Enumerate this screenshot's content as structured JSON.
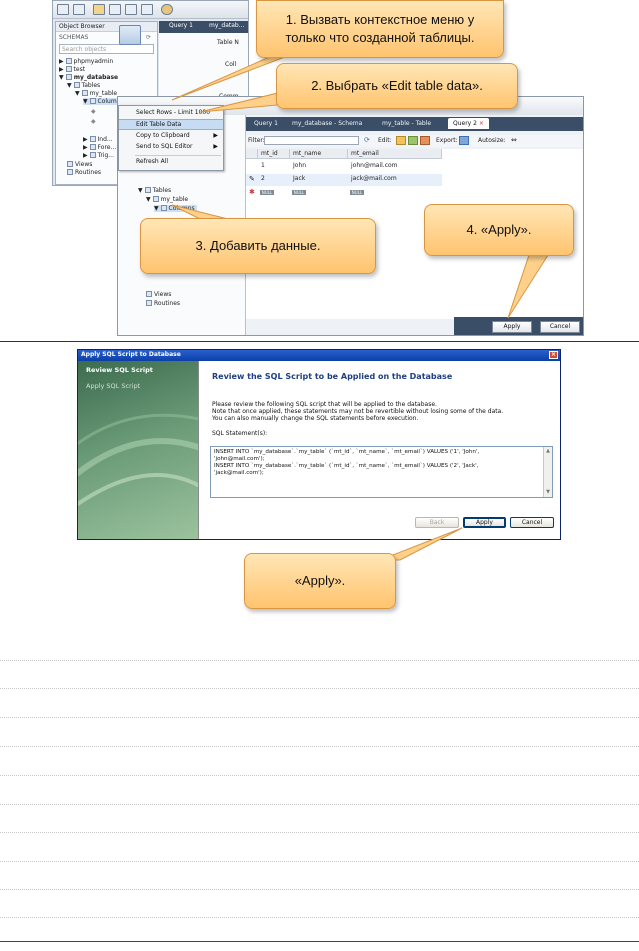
{
  "back_window": {
    "object_browser_label": "Object Browser",
    "schemas_label": "SCHEMAS",
    "search_placeholder": "Search objects",
    "tree": [
      "phpmyadmin",
      "test",
      "my_database",
      "Tables",
      "my_table",
      "Columns",
      "Ind...",
      "Fore...",
      "Trig...",
      "Views",
      "Routines"
    ],
    "tabs": [
      "Query 1",
      "my_datab..."
    ],
    "editor_labels": [
      "Table N",
      "Coll",
      "Comm"
    ]
  },
  "context_menu": {
    "items": [
      "Select Rows - Limit 1000",
      "Edit Table Data",
      "Copy to Clipboard",
      "Send to SQL Editor",
      "Refresh All"
    ],
    "selected": "Edit Table Data"
  },
  "front_window": {
    "tree": [
      "Tables",
      "my_table",
      "Columns",
      "Views",
      "Routines"
    ],
    "tabs": [
      "Query 1",
      "my_database - Schema",
      "my_table - Table",
      "Query 2"
    ],
    "active_tab": "Query 2",
    "filter_label": "Filter:",
    "edit_label": "Edit:",
    "export_label": "Export:",
    "autosize_label": "Autosize:",
    "columns": [
      "mt_id",
      "mt_name",
      "mt_email"
    ],
    "rows": [
      [
        "1",
        "John",
        "john@mail.com"
      ],
      [
        "2",
        "Jack",
        "jack@mail.com"
      ]
    ],
    "null_label": "NULL",
    "apply_label": "Apply",
    "cancel_label": "Cancel"
  },
  "callouts": {
    "c1_line1": "1. Вызвать контекстное меню у",
    "c1_line2": "только что созданной таблицы.",
    "c2": "2. Выбрать «Edit table data».",
    "c3": "3. Добавить данные.",
    "c4": "4. «Apply».",
    "c5": "«Apply»."
  },
  "dialog": {
    "title": "Apply SQL Script to Database",
    "close_icon": "×",
    "steps": [
      "Review SQL Script",
      "Apply SQL Script"
    ],
    "active_step": "Review SQL Script",
    "heading": "Review the SQL Script to be Applied on the Database",
    "info_1": "Please review the following SQL script that will be applied to the database.",
    "info_2": "Note that once applied, these statements may not be revertible without losing some of the data.",
    "info_3": "You can also manually change the SQL statements before execution.",
    "statements_label": "SQL Statement(s):",
    "sql_lines": [
      "INSERT INTO `my_database`.`my_table` (`mt_id`, `mt_name`, `mt_email`) VALUES ('1', 'John',",
      "'john@mail.com');",
      "INSERT INTO `my_database`.`my_table` (`mt_id`, `mt_name`, `mt_email`) VALUES ('2', 'Jack',",
      "'jack@mail.com');"
    ],
    "back_label": "Back",
    "apply_label": "Apply",
    "cancel_label": "Cancel"
  }
}
